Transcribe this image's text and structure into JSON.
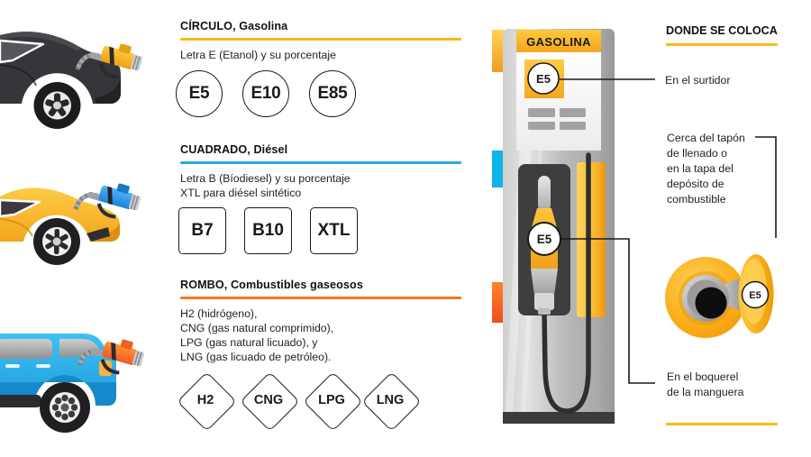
{
  "legend": {
    "circle": {
      "title": "CÍRCULO, Gasolina",
      "description": "Letra E (Etanol) y su porcentaje",
      "badges": [
        "E5",
        "E10",
        "E85"
      ],
      "accent_color": "#FDB913"
    },
    "square": {
      "title": "CUADRADO, Diésel",
      "description": "Letra B (Bíodiesel) y su porcentaje\nXTL para diésel sintético",
      "badges": [
        "B7",
        "B10",
        "XTL"
      ],
      "accent_color": "#29ABE2"
    },
    "diamond": {
      "title": "ROMBO, Combustibles gaseosos",
      "description": "H2 (hidrógeno),\nCNG (gas natural comprimido),\nLPG (gas natural licuado), y\nLNG (gas licuado de petróleo).",
      "badges": [
        "H2",
        "CNG",
        "LPG",
        "LNG"
      ],
      "accent_color": "#F4791F"
    }
  },
  "pump": {
    "header_label": "GASOLINA",
    "display_badge": "E5",
    "nozzle_badge": "E5",
    "header_color": "#F9B31B",
    "body_color": "#BDBDBD"
  },
  "placement": {
    "title": "DONDE SE COLOCA",
    "accent_color": "#FDB913",
    "labels": {
      "dispenser": "En el surtidor",
      "filler_cap": "Cerca del tapón\nde llenado o\nen la tapa del\ndepósito de\ncombustible",
      "nozzle": "En el boquerel\nde la manguera"
    },
    "cap_badge": "E5"
  },
  "icons": {
    "black_car": "black-car-with-yellow-nozzle",
    "yellow_car": "yellow-sports-car-with-blue-nozzle",
    "blue_van": "blue-van-with-orange-nozzle",
    "fuel_pump": "gasolina-fuel-pump",
    "fuel_cap": "open-fuel-filler-cap"
  }
}
